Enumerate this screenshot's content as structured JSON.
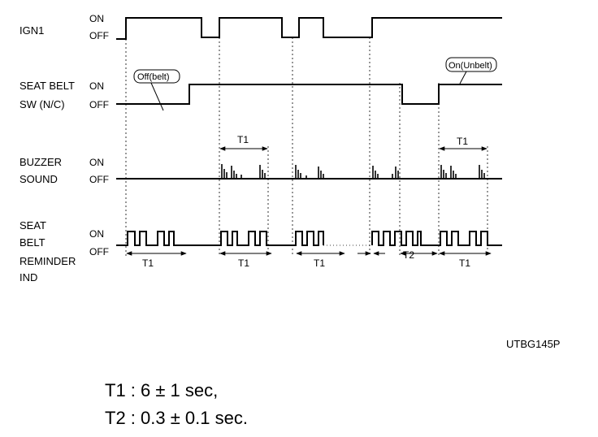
{
  "signals": {
    "ign1": {
      "label": "IGN1",
      "on": "ON",
      "off": "OFF"
    },
    "seat_belt_sw": {
      "label_line1": "SEAT BELT",
      "label_line2": "SW (N/C)",
      "on": "ON",
      "off": "OFF",
      "callout_off": "Off(belt)",
      "callout_on": "On(Unbelt)"
    },
    "buzzer": {
      "label_line1": "BUZZER",
      "label_line2": "SOUND",
      "on": "ON",
      "off": "OFF"
    },
    "reminder": {
      "label_lines": [
        "SEAT",
        "BELT",
        "REMINDER",
        "IND"
      ],
      "on": "ON",
      "off": "OFF"
    }
  },
  "period_labels": {
    "t1": "T1",
    "t2": "T2"
  },
  "figure_code": "UTBG145P",
  "legend": {
    "t1": "T1 : 6 ± 1 sec,",
    "t2": "T2 : 0.3 ± 0.1 sec."
  }
}
